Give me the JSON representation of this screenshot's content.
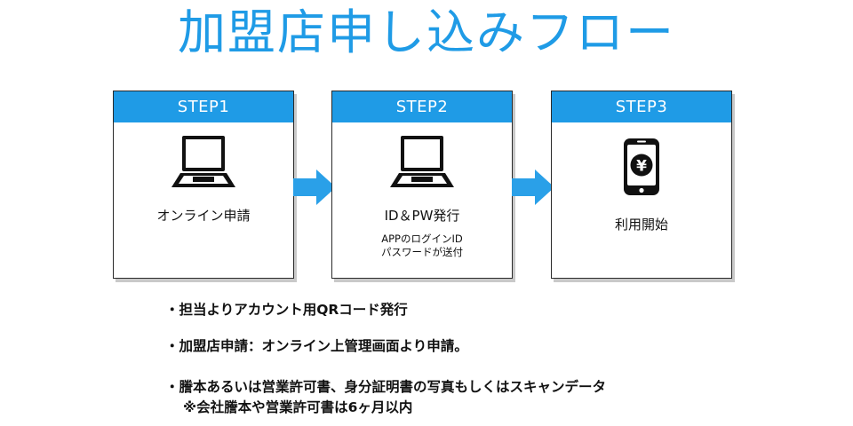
{
  "title": "加盟店申し込みフロー",
  "colors": {
    "accent": "#1f9be6",
    "arrow": "#2aa0e8",
    "text": "#111111"
  },
  "steps": [
    {
      "header": "STEP1",
      "icon": "laptop-icon",
      "label": "オンライン申請",
      "notes": []
    },
    {
      "header": "STEP2",
      "icon": "laptop-icon",
      "label": "ID＆PW発行",
      "notes": [
        "APPのログインID",
        "パスワードが送付"
      ]
    },
    {
      "header": "STEP3",
      "icon": "smartphone-yen-icon",
      "label": "利用開始",
      "notes": []
    }
  ],
  "arrows": [
    "arrow-right-icon",
    "arrow-right-icon"
  ],
  "bullets": [
    "・担当よりアカウント用QRコード発行",
    "・加盟店申請：オンライン上管理画面より申請。",
    "・謄本あるいは営業許可書、身分証明書の写真もしくはスキャンデータ",
    "※会社謄本や営業許可書は6ヶ月以内"
  ]
}
